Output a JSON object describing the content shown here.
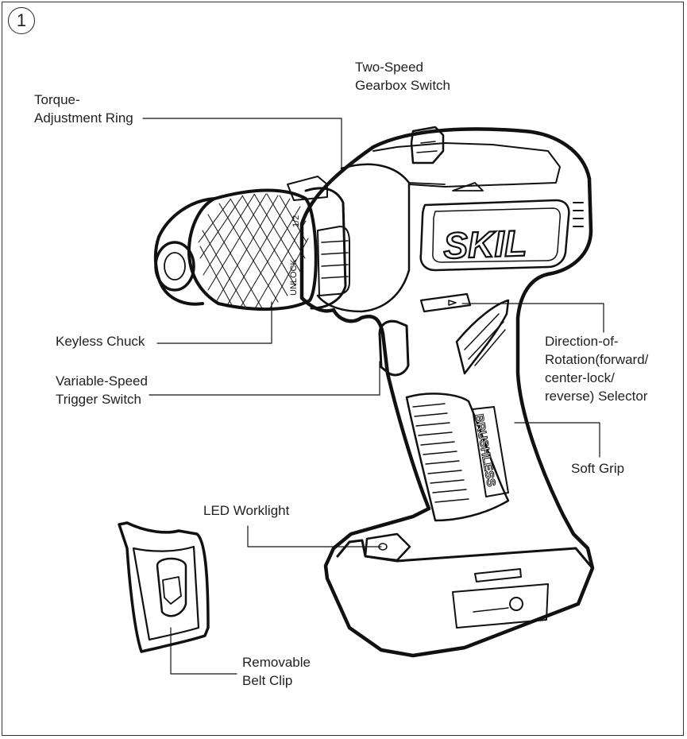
{
  "figure": {
    "number": "1"
  },
  "labels": {
    "two_speed": "Two-Speed\nGearbox Switch",
    "torque": "Torque-\nAdjustment Ring",
    "keyless_chuck": "Keyless Chuck",
    "trigger": "Variable-Speed\nTrigger Switch",
    "direction": "Direction-of-\nRotation(forward/\ncenter-lock/\nreverse) Selector",
    "soft_grip": "Soft Grip",
    "led": "LED Worklight",
    "belt_clip": "Removable\nBelt Clip"
  },
  "tool_markings": {
    "brand": "SKIL",
    "motor": "BRUSHLESS",
    "chuck_unlock": "UNLOCK",
    "chuck_size": "1/2"
  }
}
